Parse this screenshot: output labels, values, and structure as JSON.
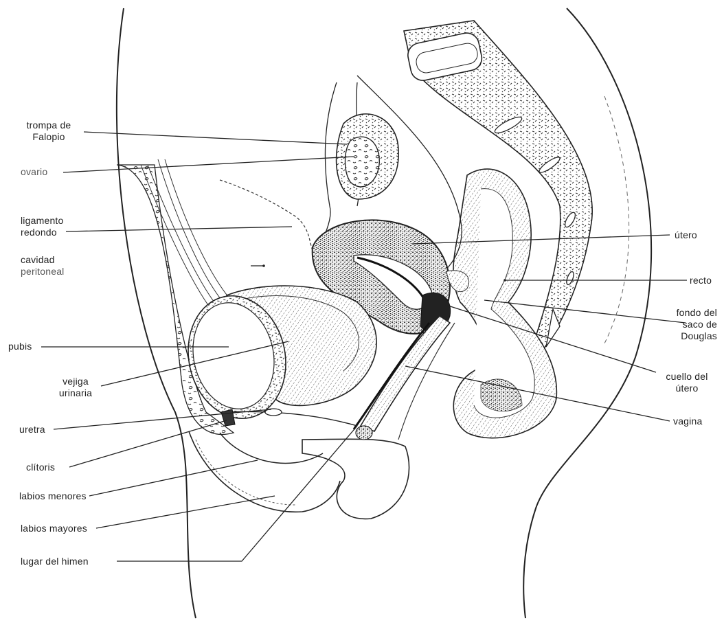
{
  "labels": {
    "trompa_l1": "trompa de",
    "trompa_l2": "Falopio",
    "ovario": "ovario",
    "ligamento_l1": "ligamento",
    "ligamento_l2": "redondo",
    "cavidad_l1": "cavidad",
    "cavidad_l2": "peritoneal",
    "pubis": "pubis",
    "vejiga_l1": "vejiga",
    "vejiga_l2": "urinaria",
    "uretra": "uretra",
    "clitoris": "clítoris",
    "labios_menores": "labios menores",
    "labios_mayores": "labios mayores",
    "himen": "lugar del himen",
    "utero": "útero",
    "recto": "recto",
    "fondo_l1": "fondo del",
    "fondo_l2": "saco de",
    "fondo_l3": "Douglas",
    "cuello_l1": "cuello del",
    "cuello_l2": "útero",
    "vagina": "vagina"
  },
  "colors": {
    "ink": "#222222",
    "paper": "#ffffff"
  }
}
